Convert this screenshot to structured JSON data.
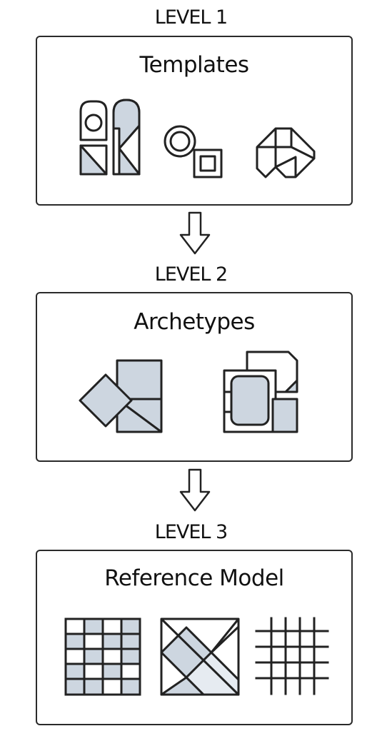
{
  "diagram": {
    "levels": [
      {
        "label": "LEVEL 1",
        "title": "Templates",
        "icons": [
          "shape-blocks-icon",
          "concentric-circle-square-icon",
          "folded-shape-icon"
        ]
      },
      {
        "label": "LEVEL 2",
        "title": "Archetypes",
        "icons": [
          "overlapping-rectangles-icon",
          "stacked-cards-icon"
        ]
      },
      {
        "label": "LEVEL 3",
        "title": "Reference Model",
        "icons": [
          "table-grid-icon",
          "tangram-square-icon",
          "hash-grid-icon"
        ]
      }
    ],
    "colors": {
      "stroke": "#222222",
      "fill": "#cdd6e0",
      "border": "#2a2a2a"
    }
  }
}
